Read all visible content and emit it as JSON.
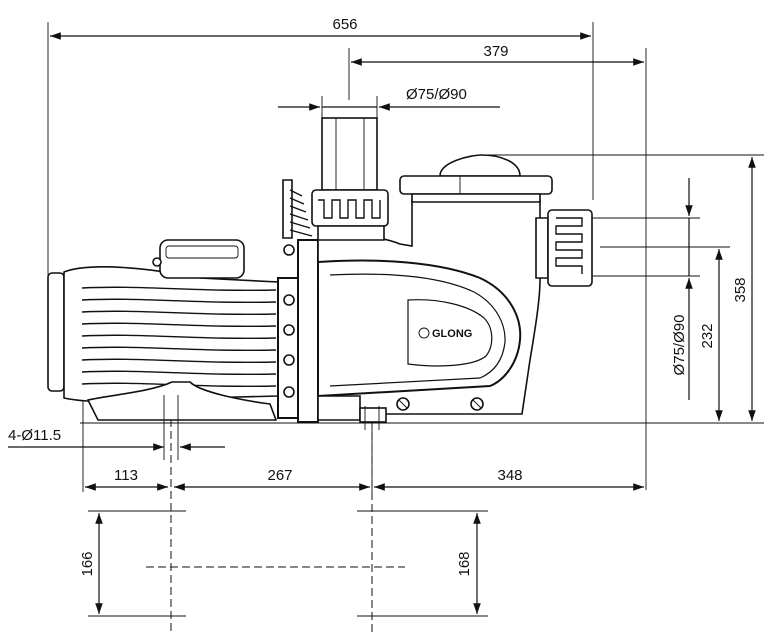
{
  "dimensions": {
    "overall_length": "656",
    "suction_to_end": "379",
    "top_port_diameter": "Ø75/Ø90",
    "side_port_diameter": "Ø75/Ø90",
    "outlet_height": "232",
    "overall_height": "358",
    "mounting_holes": "4-Ø11.5",
    "rear_offset": "113",
    "hole_spacing": "267",
    "front_offset": "348",
    "base_width_left": "166",
    "base_width_right": "168"
  },
  "brand": {
    "logo_text": "GLONG"
  }
}
